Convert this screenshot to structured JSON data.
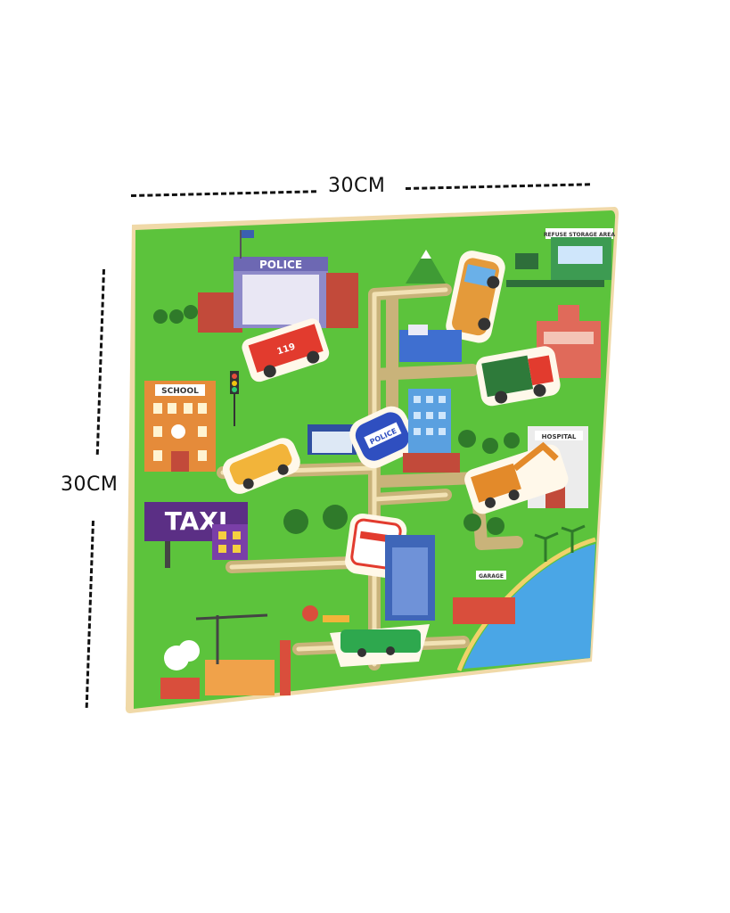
{
  "dimensions": {
    "width_label": "30CM",
    "height_label": "30CM"
  },
  "signs": {
    "police": "POLICE",
    "school": "SCHOOL",
    "taxi": "TAXI",
    "hospital": "HOSPITAL",
    "refuse": "REFUSE STORAGE AREA",
    "police_car": "POLICE",
    "fire_truck": "119",
    "garage": "GARAGE"
  },
  "colors": {
    "grass": "#58c23c",
    "board_edge": "#f1dcb0",
    "water": "#4aa6e6",
    "groove": "#cdbb7e"
  }
}
